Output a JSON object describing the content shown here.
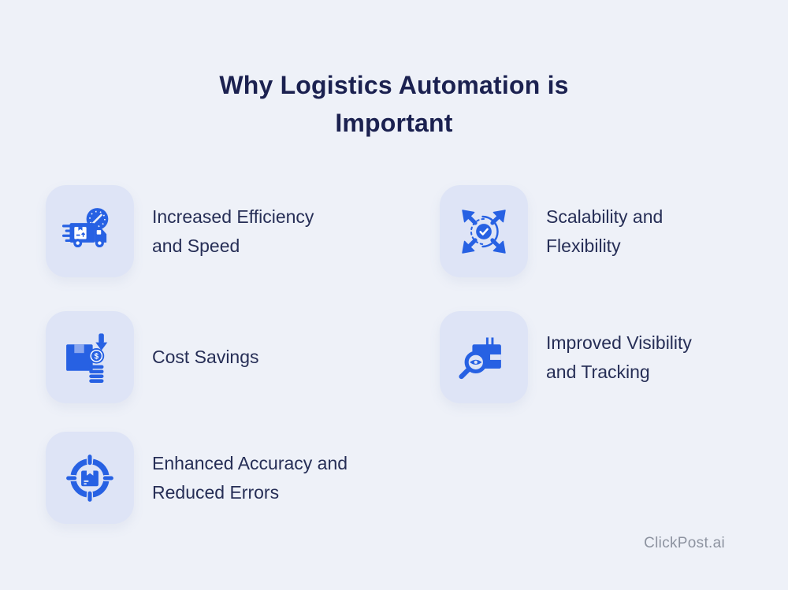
{
  "title": {
    "line1": "Why Logistics Automation is",
    "line2": "Important"
  },
  "items": [
    {
      "icon": "truck-speed-icon",
      "lines": [
        "Increased Efficiency",
        "and Speed"
      ]
    },
    {
      "icon": "expand-arrows-icon",
      "lines": [
        "Scalability and",
        "Flexibility"
      ]
    },
    {
      "icon": "box-coins-icon",
      "lines": [
        "Cost Savings"
      ]
    },
    {
      "icon": "search-box-icon",
      "lines": [
        "Improved Visibility",
        "and Tracking"
      ]
    },
    {
      "icon": "target-box-icon",
      "lines": [
        "Enhanced Accuracy and",
        "Reduced Errors"
      ]
    }
  ],
  "watermark": "ClickPost.ai",
  "colors": {
    "page_background": "#eef1f8",
    "icon_card_background": "#dee4f6",
    "icon_blue": "#2761e3",
    "title_navy": "#1b2150",
    "item_text_navy": "#262e56",
    "watermark_gray": "#8d93a0"
  }
}
